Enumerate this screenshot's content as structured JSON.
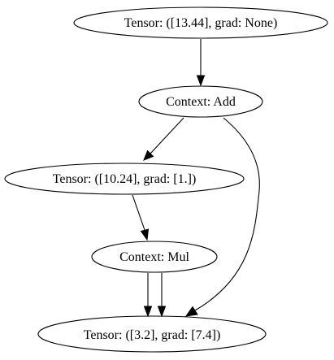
{
  "nodes": {
    "tensor_out": {
      "label": "Tensor: ([13.44], grad: None)"
    },
    "ctx_add": {
      "label": "Context: Add"
    },
    "tensor_mid": {
      "label": "Tensor: ([10.24], grad: [1.])"
    },
    "ctx_mul": {
      "label": "Context: Mul"
    },
    "tensor_in": {
      "label": "Tensor: ([3.2], grad: [7.4])"
    }
  },
  "edges": [
    {
      "from": "tensor_out",
      "to": "ctx_add"
    },
    {
      "from": "ctx_add",
      "to": "tensor_mid"
    },
    {
      "from": "ctx_add",
      "to": "tensor_in"
    },
    {
      "from": "tensor_mid",
      "to": "ctx_mul"
    },
    {
      "from": "ctx_mul",
      "to": "tensor_in"
    },
    {
      "from": "ctx_mul",
      "to": "tensor_in"
    }
  ]
}
